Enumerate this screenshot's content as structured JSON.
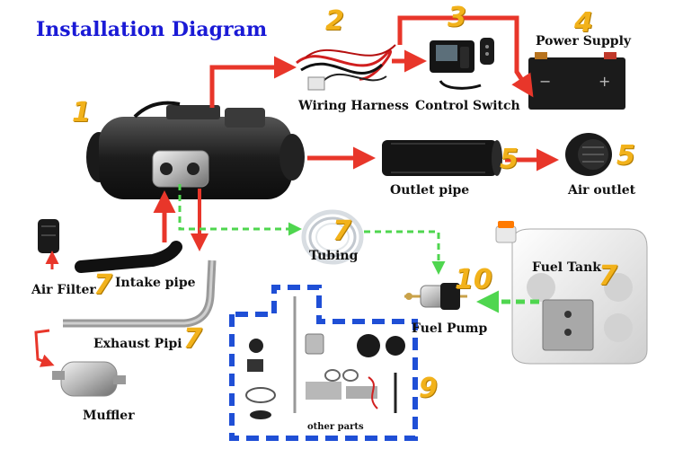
{
  "title": "Installation Diagram",
  "labels": {
    "wiring_harness": "Wiring Harness",
    "control_switch": "Control Switch",
    "power_supply": "Power Supply",
    "outlet_pipe": "Outlet pipe",
    "air_outlet": "Air outlet",
    "tubing": "Tubing",
    "fuel_tank": "Fuel Tank",
    "fuel_pump": "Fuel Pump",
    "air_filter": "Air Filter",
    "intake_pipe": "Intake pipe",
    "exhaust_pipe": "Exhaust Pipi",
    "muffler": "Muffler",
    "other_parts": "other parts"
  },
  "numbers": {
    "heater": "1",
    "wiring_harness": "2",
    "control_switch": "3",
    "power_supply": "4",
    "outlet_pipe": "5",
    "air_outlet": "5",
    "tubing": "7",
    "fuel_tank": "7",
    "fuel_pump": "10",
    "air_filter": "7",
    "exhaust_pipe": "7",
    "other_parts": "9"
  },
  "colors": {
    "title": "#1a1ad6",
    "number": "#f2b21b",
    "air_flow_arrow": "#e8362a",
    "fuel_flow_arrow": "#4fd64f",
    "electric_line": "#e8362a",
    "parts_box": "#1f4fd6"
  }
}
